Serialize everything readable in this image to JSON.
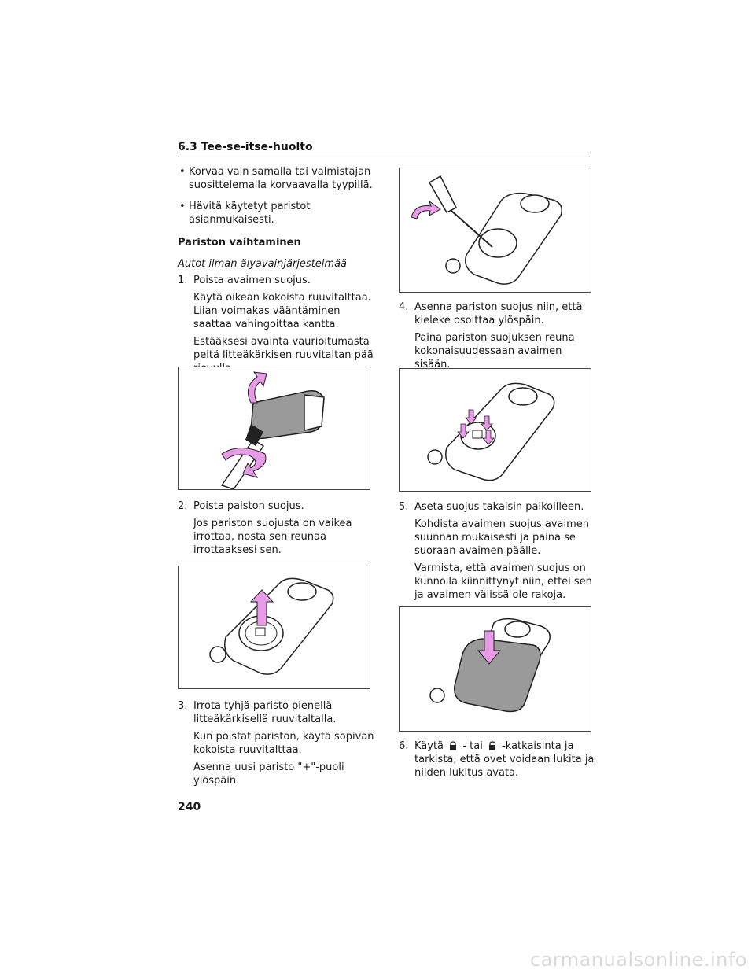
{
  "header": {
    "section": "6.3 Tee-se-itse-huolto"
  },
  "left": {
    "bullets": [
      "Korvaa vain samalla tai valmistajan suosittelemalla korvaavalla tyypillä.",
      "Hävitä käytetyt paristot asianmukaisesti."
    ],
    "heading": "Pariston vaihtaminen",
    "subheading": "Autot ilman älyavainjärjestelmää",
    "step1": {
      "num": "1.",
      "title": "Poista avaimen suojus.",
      "p1": "Käytä oikean kokoista ruuvitalttaa. Liian voimakas vääntäminen saattaa vahingoittaa kantta.",
      "p2": "Estääksesi avainta vaurioitumasta peitä litteäkärkisen ruuvitaltan pää rievulla."
    },
    "step2": {
      "num": "2.",
      "title": "Poista paiston suojus.",
      "p1": "Jos pariston suojusta on vaikea irrottaa, nosta sen reunaa irrottaaksesi sen."
    },
    "step3": {
      "num": "3.",
      "title": "Irrota tyhjä paristo pienellä litteäkärkisellä ruuvitaltalla.",
      "p1": "Kun poistat pariston, käytä sopivan kokoista ruuvitalttaa.",
      "p2": "Asenna uusi paristo \"+\"-puoli ylöspäin."
    }
  },
  "right": {
    "step4": {
      "num": "4.",
      "title": "Asenna pariston suojus niin, että kieleke osoittaa ylöspäin.",
      "p1": "Paina pariston suojuksen reuna kokonaisuudessaan avaimen sisään."
    },
    "step5": {
      "num": "5.",
      "title": "Aseta suojus takaisin paikoilleen.",
      "p1": "Kohdista avaimen suojus avaimen suunnan mukaisesti ja paina se suoraan avaimen päälle.",
      "p2": "Varmista, että avaimen suojus on kunnolla kiinnittynyt niin, ettei sen ja avaimen välissä ole rakoja."
    },
    "step6": {
      "num": "6.",
      "before": "Käytä",
      "middle": "- tai",
      "after": "-katkaisinta ja tarkista, että ovet voidaan lukita ja niiden lukitus avata."
    }
  },
  "page_number": "240",
  "watermark": "carmanualsonline.info",
  "icons": [
    "lock-icon",
    "unlock-icon"
  ],
  "colors": {
    "arrow": "#e89be6",
    "cover": "#9a9a9a"
  }
}
